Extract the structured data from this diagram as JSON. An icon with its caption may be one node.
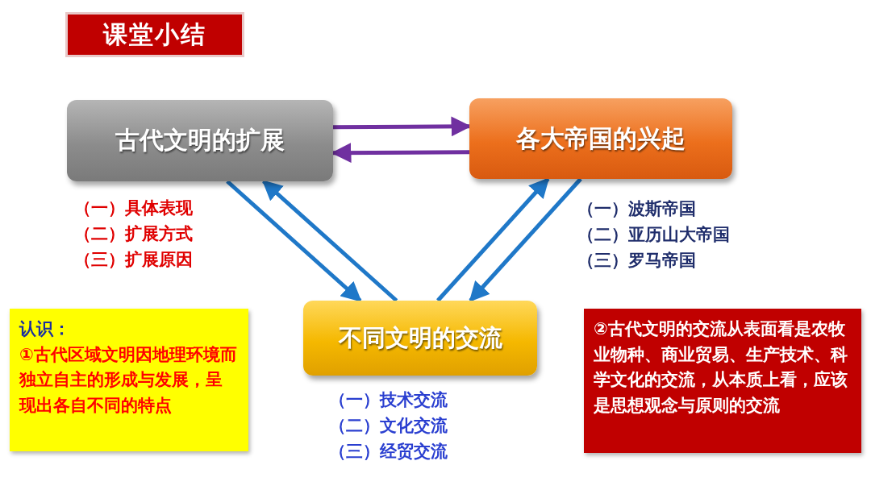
{
  "diagram": {
    "title": "课堂小结",
    "nodes": [
      {
        "text": [
          "古代文明的扩展"
        ],
        "beside": [
          "（一）具体表现",
          "（二）扩展方式",
          "（三）扩展原因"
        ]
      },
      {
        "text": [
          "各大帝国的兴起"
        ],
        "beside": [
          "（一）波斯帝国",
          "（二）亚历山大帝国",
          "（三）罗马帝国"
        ]
      },
      {
        "text": [
          "不同文明的交流"
        ],
        "beside": [
          "（一）技术交流",
          "（二）文化交流",
          "（三）经贸交流"
        ]
      },
      {
        "text": [
          "认识：",
          "①古代区域文明因地理环境而独立自主的形成与发展，呈现出各自不同的特点"
        ]
      },
      {
        "text": [
          "②古代文明的交流从表面看是农牧业物种、商业贸易、生产技术、科学文化的交流，从本质上看，应该是思想观念与原则的交流"
        ]
      }
    ],
    "edges": [
      {
        "from": 0,
        "to": 1,
        "arrow": "to",
        "color": "#7030a0"
      },
      {
        "from": 1,
        "to": 0,
        "arrow": "to",
        "color": "#7030a0"
      },
      {
        "from": 0,
        "to": 2,
        "arrow": "to"
      },
      {
        "from": 2,
        "to": 0,
        "arrow": "to"
      },
      {
        "from": 2,
        "to": 1,
        "arrow": "to"
      },
      {
        "from": 1,
        "to": 2,
        "arrow": "to"
      }
    ]
  }
}
